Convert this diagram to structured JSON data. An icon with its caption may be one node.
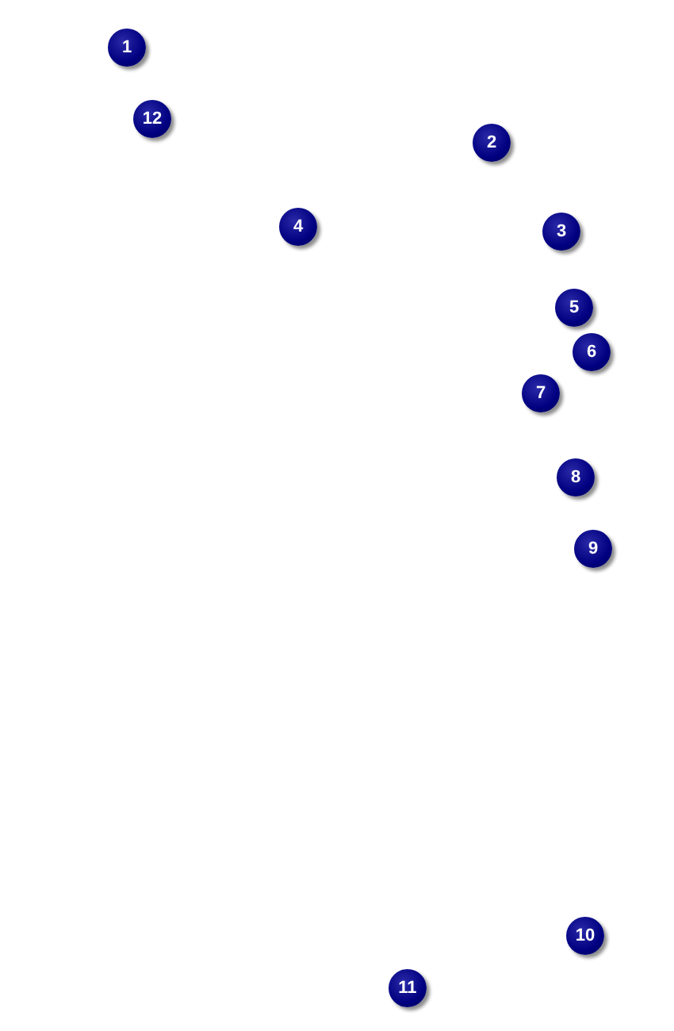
{
  "diagram": {
    "labels": [
      "1",
      "12",
      "2",
      "4",
      "3",
      "5",
      "6",
      "7",
      "8",
      "9",
      "10",
      "11"
    ]
  }
}
